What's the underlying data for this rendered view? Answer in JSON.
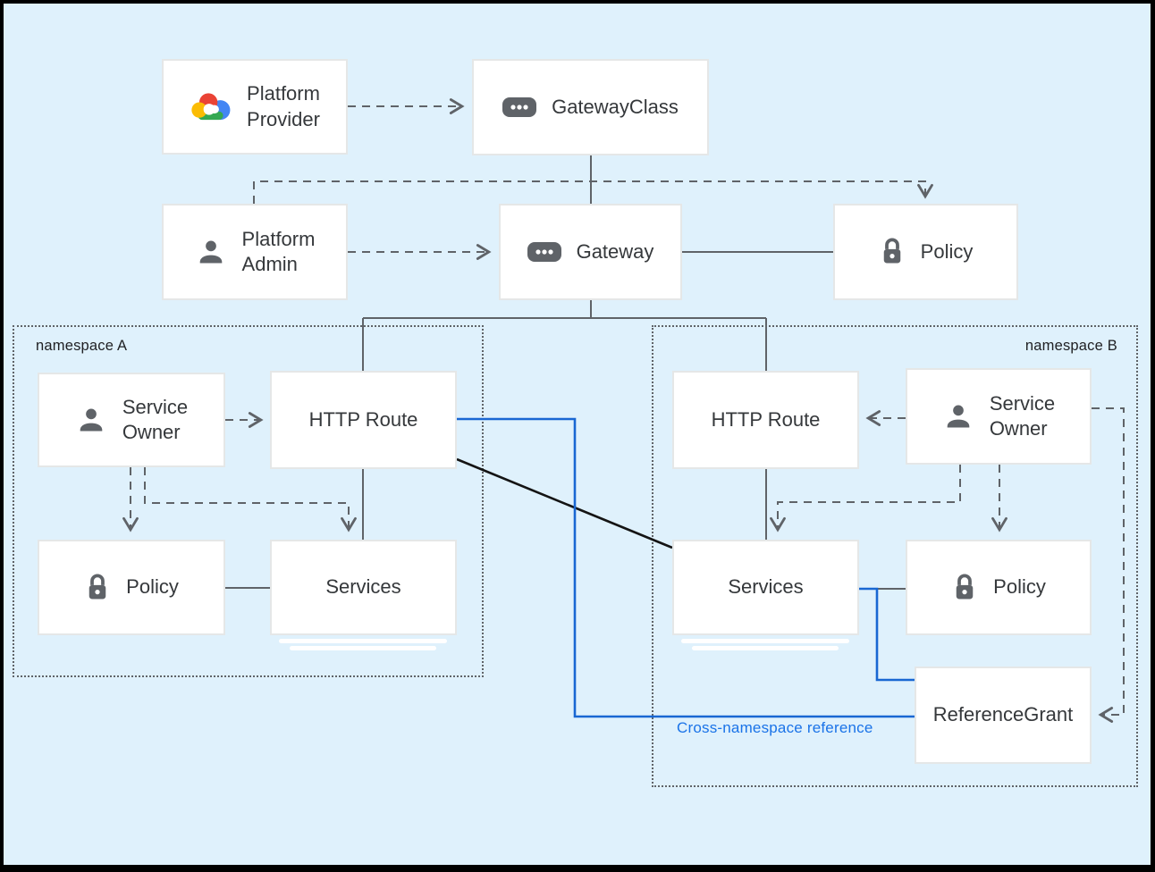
{
  "diagram": {
    "title_context": "Gateway API resource model with cross-namespace reference",
    "background_color": "#dff1fc",
    "line_gray": "#5f6368",
    "blue_accent": "#1967d2",
    "nodes": {
      "platform_provider": {
        "label": "Platform Provider",
        "lines": [
          "Platform",
          "Provider"
        ],
        "icon": "google-cloud-logo"
      },
      "gateway_class": {
        "label": "GatewayClass",
        "icon": "crd-badge"
      },
      "platform_admin": {
        "label": "Platform Admin",
        "lines": [
          "Platform",
          "Admin"
        ],
        "icon": "person"
      },
      "gateway": {
        "label": "Gateway",
        "icon": "crd-badge"
      },
      "policy_top": {
        "label": "Policy",
        "icon": "lock"
      },
      "service_owner_a": {
        "label": "Service Owner",
        "lines": [
          "Service",
          "Owner"
        ],
        "icon": "person"
      },
      "http_route_a": {
        "label": "HTTP Route"
      },
      "policy_a": {
        "label": "Policy",
        "icon": "lock"
      },
      "services_a": {
        "label": "Services"
      },
      "http_route_b": {
        "label": "HTTP Route"
      },
      "service_owner_b": {
        "label": "Service Owner",
        "lines": [
          "Service",
          "Owner"
        ],
        "icon": "person"
      },
      "services_b": {
        "label": "Services"
      },
      "policy_b": {
        "label": "Policy",
        "icon": "lock"
      },
      "reference_grant": {
        "label": "ReferenceGrant"
      }
    },
    "groups": {
      "namespace_a": {
        "label": "namespace A"
      },
      "namespace_b": {
        "label": "namespace B"
      }
    },
    "annotations": {
      "cross_namespace": {
        "label": "Cross-namespace reference",
        "color": "#1a73e8"
      }
    },
    "edges": [
      {
        "from": "platform_provider",
        "to": "gateway_class",
        "style": "dashed-arrow"
      },
      {
        "from": "gateway_class",
        "to": "gateway",
        "style": "solid"
      },
      {
        "from": "platform_admin",
        "to": "policy_top",
        "style": "dashed-arrow"
      },
      {
        "from": "platform_admin",
        "to": "gateway",
        "style": "dashed-arrow"
      },
      {
        "from": "gateway",
        "to": "policy_top",
        "style": "solid"
      },
      {
        "from": "gateway",
        "to": "http_route_a",
        "style": "solid"
      },
      {
        "from": "gateway",
        "to": "http_route_b",
        "style": "solid"
      },
      {
        "from": "service_owner_a",
        "to": "http_route_a",
        "style": "dashed-arrow"
      },
      {
        "from": "service_owner_a",
        "to": "policy_a",
        "style": "dashed-arrow"
      },
      {
        "from": "service_owner_a",
        "to": "services_a",
        "style": "dashed-arrow"
      },
      {
        "from": "http_route_a",
        "to": "services_a",
        "style": "solid"
      },
      {
        "from": "policy_a",
        "to": "services_a",
        "style": "solid"
      },
      {
        "from": "service_owner_b",
        "to": "http_route_b",
        "style": "dashed-arrow"
      },
      {
        "from": "service_owner_b",
        "to": "services_b",
        "style": "dashed-arrow"
      },
      {
        "from": "service_owner_b",
        "to": "policy_b",
        "style": "dashed-arrow"
      },
      {
        "from": "service_owner_b",
        "to": "reference_grant",
        "style": "dashed-arrow"
      },
      {
        "from": "http_route_b",
        "to": "services_b",
        "style": "solid"
      },
      {
        "from": "services_b",
        "to": "policy_b",
        "style": "solid"
      },
      {
        "from": "http_route_a",
        "to": "services_b",
        "style": "solid-black"
      },
      {
        "from": "http_route_a",
        "to": "reference_grant",
        "style": "blue",
        "label": "Cross-namespace reference"
      },
      {
        "from": "services_b",
        "to": "reference_grant",
        "style": "blue"
      }
    ]
  }
}
